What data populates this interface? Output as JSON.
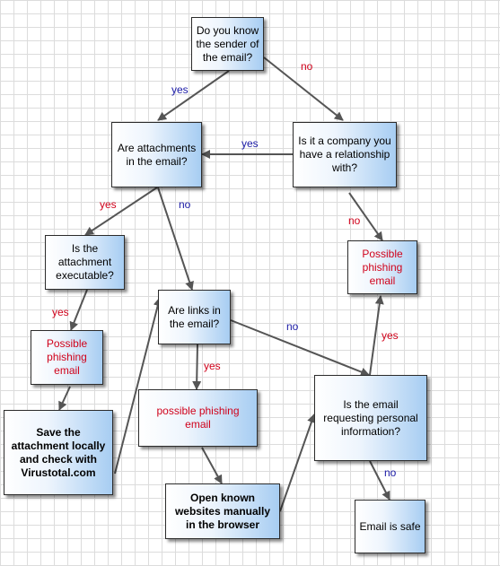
{
  "nodes": {
    "sender": "Do you know the sender of the email?",
    "attachments": "Are attachments in the email?",
    "company": "Is it a company you have a relationship with?",
    "executable": "Is the attachment executable?",
    "phishing_a": "Possible phishing email",
    "links": "Are links in the email?",
    "phishing_b": "Possible phishing email",
    "phishing_c": "possible phishing email",
    "save": "Save the attachment locally and check with Virustotal.com",
    "personal": "Is the email requesting personal information?",
    "open_sites": "Open known websites manually in the browser",
    "safe": "Email is safe"
  },
  "edges": {
    "sender_attach": "yes",
    "sender_company": "no",
    "company_attach": "yes",
    "company_phish": "no",
    "attach_exec": "yes",
    "attach_links": "no",
    "exec_phish": "yes",
    "links_phish": "yes",
    "links_personal": "no",
    "personal_phish": "yes",
    "personal_safe": "no"
  },
  "colors": {
    "yes_label": "#d0021b",
    "no_label": "#1a1aa6",
    "node_gradient_end": "#a7cdf2",
    "arrow": "#555555",
    "grid": "#dcdcdc"
  }
}
